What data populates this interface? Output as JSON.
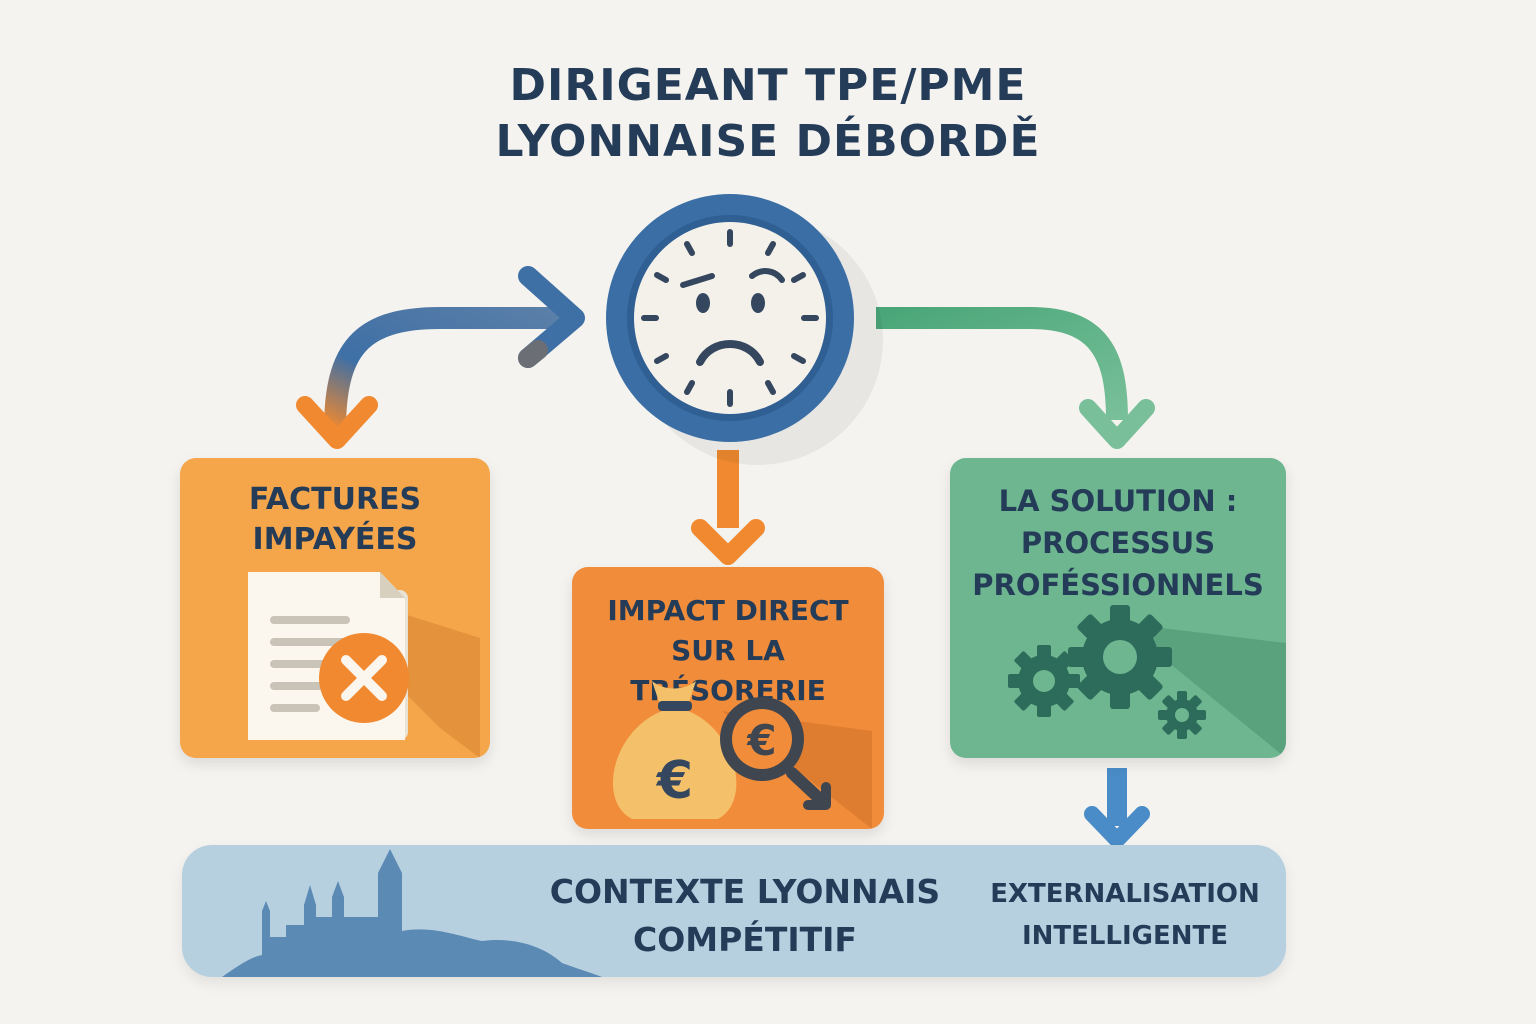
{
  "title": {
    "line1": "DIRIGEANT TPE/PME",
    "line2": "LYONNAISE DÉBORDĚ"
  },
  "cards": {
    "factures": {
      "line1": "FACTURES",
      "line2": "IMPAYÉES",
      "icon": "unpaid-invoice-icon",
      "color": "#f5a54a"
    },
    "impact": {
      "line1": "IMPACT DIRECT",
      "line2": "SUR LA TRÉSORERIE",
      "icons": [
        "euro-money-bag-icon",
        "euro-decline-icon"
      ],
      "color": "#f08c3a"
    },
    "solution": {
      "line1": "LA SOLUTION :",
      "line2": "PROCESSUS",
      "line3": "PROFÉSSIONNELS",
      "icon": "gears-icon",
      "color": "#6db690"
    }
  },
  "center": {
    "icon": "worried-clock-icon",
    "ring_color": "#3a6ea5"
  },
  "band": {
    "main_line1": "CONTEXTE LYONNAIS",
    "main_line2": "COMPÉTITIF",
    "side_line1": "EXTERNALISATION",
    "side_line2": "INTELLIGENTE",
    "icon": "lyon-skyline-icon",
    "color": "#b7d0e0"
  },
  "colors": {
    "blue_arrow": "#3e6fa5",
    "orange_arrow": "#f0892f",
    "green_arrow": "#5aaa7e",
    "text": "#243c58"
  }
}
